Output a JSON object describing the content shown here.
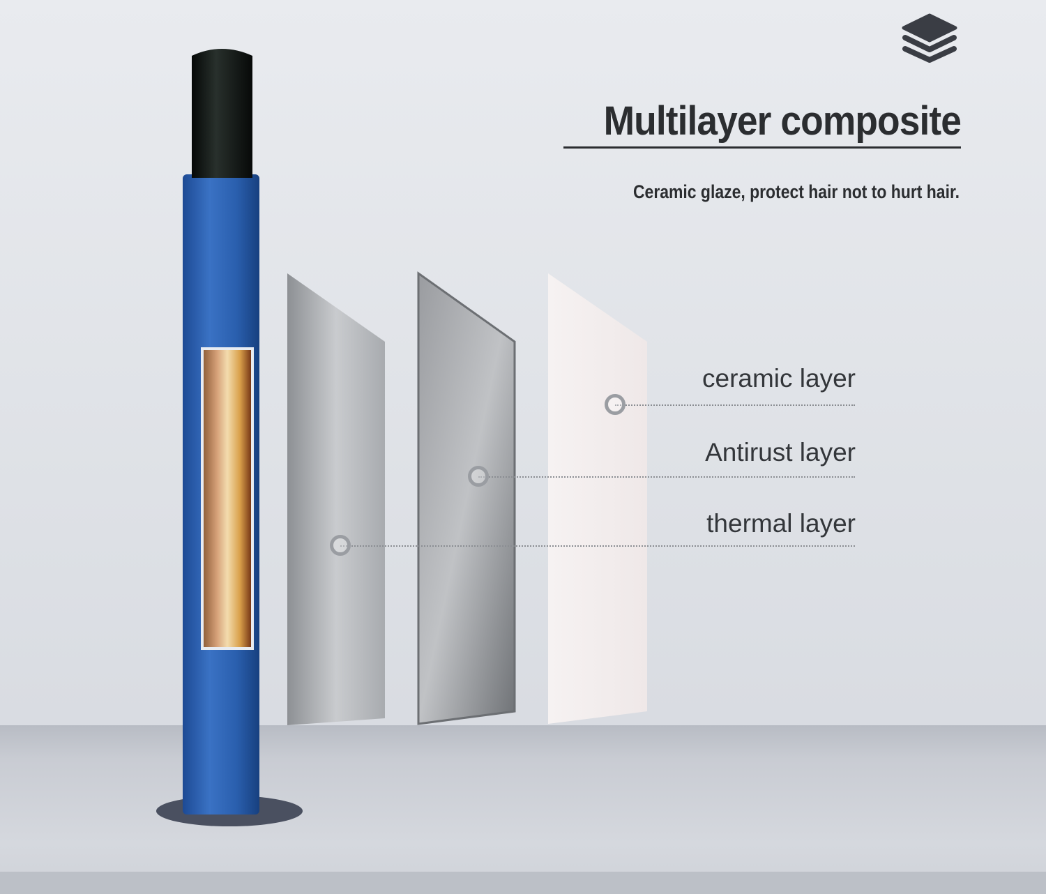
{
  "title": "Multilayer composite",
  "subtitle": "Ceramic glaze, protect hair not to hurt hair.",
  "icon": "layers-icon",
  "layers": [
    {
      "label": "ceramic layer"
    },
    {
      "label": "Antirust layer"
    },
    {
      "label": "thermal layer"
    }
  ],
  "colors": {
    "rod": "#2a5fae",
    "cap": "#101412",
    "text": "#2b2d30"
  }
}
